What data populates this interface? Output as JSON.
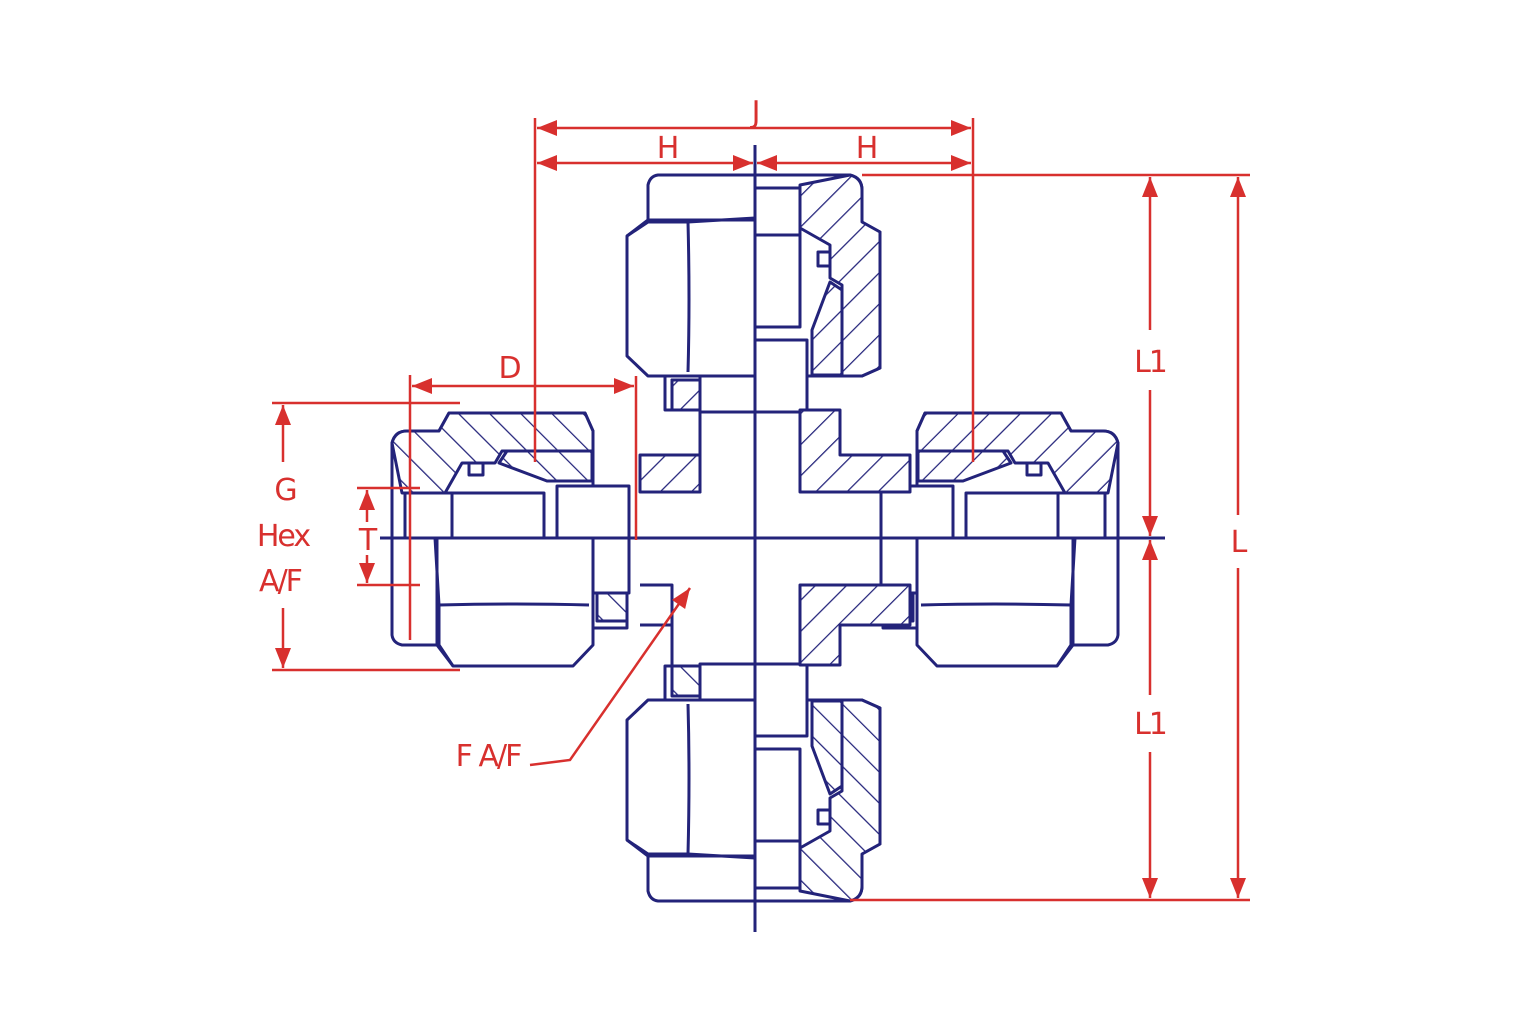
{
  "colors": {
    "outline": "#23237a",
    "dimension": "#d8302e"
  },
  "dimensions": {
    "J": "J",
    "H_left": "H",
    "H_right": "H",
    "D": "D",
    "G": "G",
    "Hex": "Hex",
    "AF": "A/F",
    "T": "T",
    "L1_top": "L1",
    "L1_bottom": "L1",
    "L": "L",
    "F_AF": "F A/F"
  }
}
